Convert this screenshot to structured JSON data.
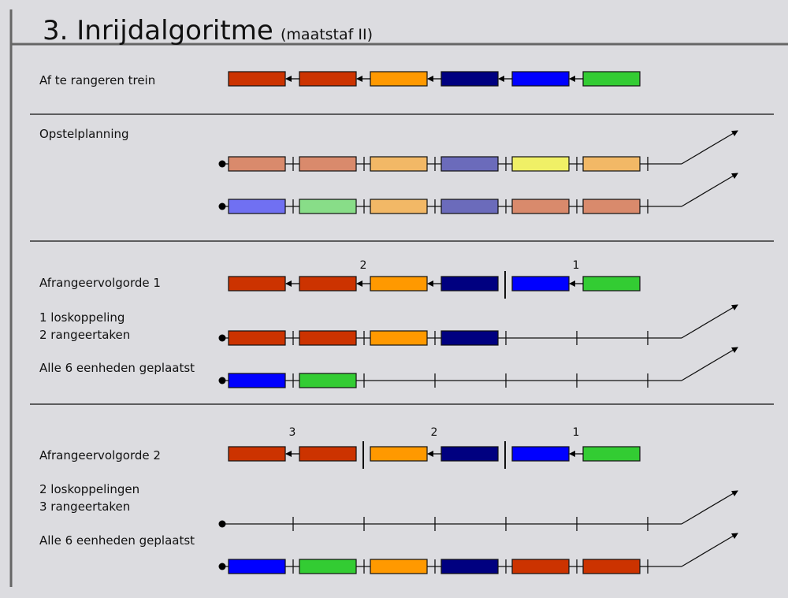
{
  "title": {
    "main": "3. Inrijdalgoritme",
    "sub": "(maatstaf II)"
  },
  "colors": {
    "red": "#cc3300",
    "orange": "#ff9900",
    "navy": "#000080",
    "blue": "#0000ff",
    "green": "#33cc33",
    "salmon": "#d98a6c",
    "lightorange": "#f2b866",
    "slate": "#6b6bbb",
    "yellow": "#f0f066",
    "lightblue": "#7070f2",
    "lightgreen": "#88dd88",
    "background": "#dcdce0"
  },
  "sections": [
    {
      "labels": [
        "Af te rangeren trein"
      ],
      "train": {
        "units": [
          "red",
          "red",
          "orange",
          "navy",
          "blue",
          "green"
        ],
        "separators_after": [],
        "group_numbers": []
      },
      "tracks": []
    },
    {
      "labels": [
        "Opstelplanning"
      ],
      "train": null,
      "tracks": [
        {
          "units": [
            "salmon",
            "salmon",
            "lightorange",
            "slate",
            "yellow",
            "lightorange"
          ]
        },
        {
          "units": [
            "lightblue",
            "lightgreen",
            "lightorange",
            "slate",
            "salmon",
            "salmon"
          ]
        }
      ]
    },
    {
      "labels": [
        "Afrangeervolgorde 1",
        "1 loskoppeling",
        "2 rangeertaken",
        "Alle 6 eenheden geplaatst"
      ],
      "train": {
        "units": [
          "red",
          "red",
          "orange",
          "navy",
          "blue",
          "green"
        ],
        "separators_after": [
          3
        ],
        "group_numbers": [
          "2",
          "1"
        ]
      },
      "tracks": [
        {
          "units": [
            "red",
            "red",
            "orange",
            "navy"
          ]
        },
        {
          "units": [
            "blue",
            "green"
          ]
        }
      ]
    },
    {
      "labels": [
        "Afrangeervolgorde 2",
        "2 loskoppelingen",
        "3 rangeertaken",
        "Alle 6 eenheden geplaatst"
      ],
      "train": {
        "units": [
          "red",
          "red",
          "orange",
          "navy",
          "blue",
          "green"
        ],
        "separators_after": [
          1,
          3
        ],
        "group_numbers": [
          "3",
          "2",
          "1"
        ]
      },
      "tracks": [
        {
          "units": []
        },
        {
          "units": [
            "blue",
            "green",
            "orange",
            "navy",
            "red",
            "red"
          ]
        }
      ]
    }
  ]
}
